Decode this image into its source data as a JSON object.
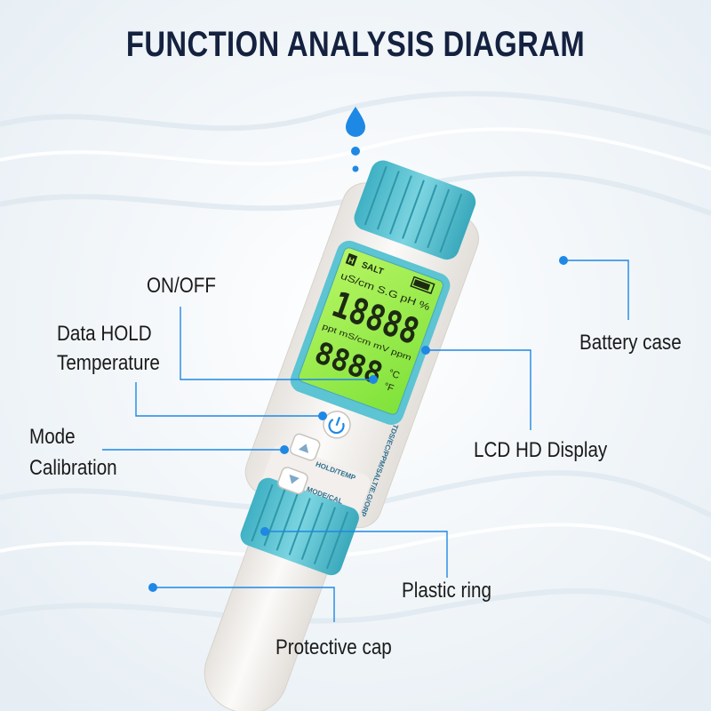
{
  "title": "FUNCTION ANALYSIS DIAGRAM",
  "labels": {
    "on_off": "ON/OFF",
    "data_hold": "Data HOLD",
    "temperature": "Temperature",
    "mode": "Mode",
    "calibration": "Calibration",
    "battery_case": "Battery case",
    "lcd_display": "LCD HD Display",
    "plastic_ring": "Plastic ring",
    "protective_cap": "Protective cap"
  },
  "device": {
    "side_text": "TDS/EC/PPM/SALT/E.G/ORP",
    "hold_temp_label": "HOLD/TEMP",
    "mode_cal_label": "MODE/CAL",
    "lcd": {
      "h_badge": "H",
      "salt": "SALT",
      "units_top": "uS/cm S.G pH %",
      "digits_top": "18888",
      "units_mid": "ppt mS/cm mV ppm",
      "digits_bottom": "8888",
      "celsius": "°C",
      "fahrenheit": "°F"
    }
  },
  "colors": {
    "title": "#14213f",
    "accent_blue": "#1e88e5",
    "teal": "#55c2d2",
    "lcd_green": "#9ef04a",
    "body": "#f6f4f2"
  }
}
